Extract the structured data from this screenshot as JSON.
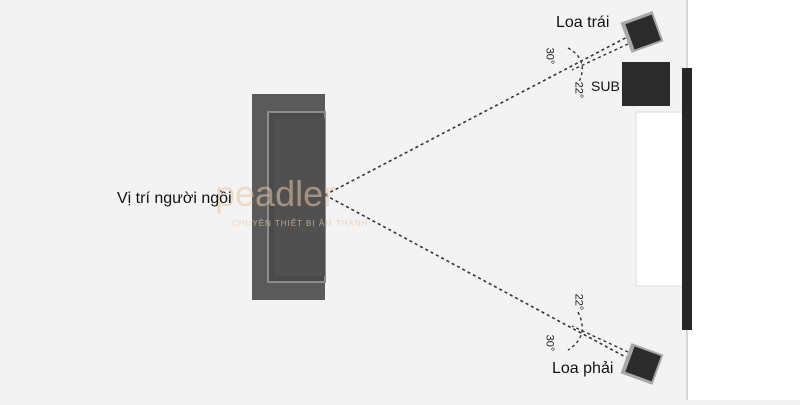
{
  "labels": {
    "seat": "Vị trí người ngồi",
    "left_speaker": "Loa trái",
    "right_speaker": "Loa phải",
    "subwoofer": "SUB"
  },
  "angles": {
    "left_outer": "30°",
    "left_inner": "22°",
    "right_inner": "22°",
    "right_outer": "30°"
  },
  "watermark": {
    "brand": "peadler",
    "tagline": "CHUYÊN THIẾT BỊ ÂM THANH"
  },
  "colors": {
    "background": "#f3f3f3",
    "sofa": "#5a5a5a",
    "speaker": "#2b2b2b",
    "wall": "#262626",
    "tv_panel": "#ffffff",
    "dash": "#333333",
    "watermark": "#e9c7a6"
  }
}
